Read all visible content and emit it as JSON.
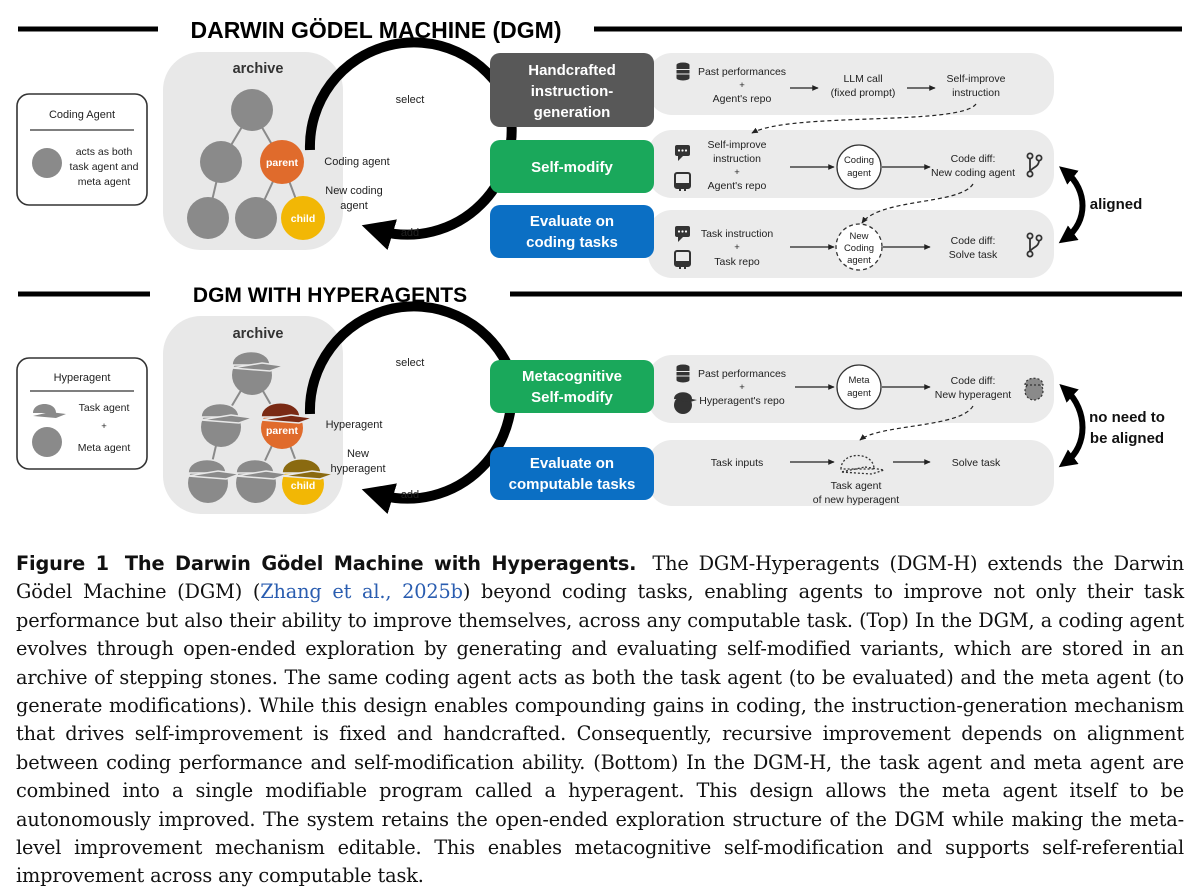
{
  "colors": {
    "dark_box": "#585858",
    "green_box": "#1aa85b",
    "blue_box": "#0b6fc4",
    "parent_orange": "#e06b2c",
    "child_yellow": "#f2b705",
    "node_gray": "#8a8a8a",
    "panel_gray": "#ebebeb",
    "link_blue": "#2a5db0"
  },
  "top": {
    "heading": "DARWIN GÖDEL MACHINE (DGM)",
    "archive_label": "archive",
    "parent_label": "parent",
    "child_label": "child",
    "loop_select": "select",
    "loop_add": "add",
    "parent_role": "Coding agent",
    "child_role_1": "New coding",
    "child_role_2": "agent",
    "legend_title": "Coding Agent",
    "legend_line_1": "acts as both",
    "legend_line_2": "task agent and",
    "legend_line_3": "meta agent",
    "box_instruction": [
      "Handcrafted",
      "instruction-",
      "generation"
    ],
    "box_selfmodify": [
      "Self-modify"
    ],
    "box_evaluate": [
      "Evaluate on",
      "coding tasks"
    ],
    "row1": {
      "input_1": "Past performances",
      "plus": "+",
      "input_2": "Agent's repo",
      "middle_1": "LLM call",
      "middle_2": "(fixed prompt)",
      "output_1": "Self-improve",
      "output_2": "instruction"
    },
    "row2": {
      "input_1": "Self-improve",
      "input_2": "instruction",
      "plus": "+",
      "input_3": "Agent's repo",
      "agent_1": "Coding",
      "agent_2": "agent",
      "output_1": "Code diff:",
      "output_2": "New coding agent"
    },
    "row3": {
      "input_1": "Task instruction",
      "plus": "+",
      "input_2": "Task repo",
      "agent_1": "New",
      "agent_2": "Coding",
      "agent_3": "agent",
      "output_1": "Code diff:",
      "output_2": "Solve task"
    },
    "side_note": "aligned"
  },
  "bottom": {
    "heading": "DGM WITH HYPERAGENTS",
    "archive_label": "archive",
    "parent_label": "parent",
    "child_label": "child",
    "loop_select": "select",
    "loop_add": "add",
    "parent_role": "Hyperagent",
    "child_role_1": "New",
    "child_role_2": "hyperagent",
    "legend_title": "Hyperagent",
    "legend_line_1": "Task agent",
    "legend_plus": "+",
    "legend_line_2": "Meta agent",
    "box_metacog": [
      "Metacognitive",
      "Self-modify"
    ],
    "box_evaluate": [
      "Evaluate on",
      "computable tasks"
    ],
    "row1": {
      "input_1": "Past performances",
      "plus": "+",
      "input_2": "Hyperagent's repo",
      "agent_1": "Meta",
      "agent_2": "agent",
      "output_1": "Code diff:",
      "output_2": "New hyperagent"
    },
    "row2": {
      "input_1": "Task inputs",
      "agent_1": "Task agent",
      "agent_2": "of new hyperagent",
      "output_1": "Solve task"
    },
    "side_note_1": "no need to",
    "side_note_2": "be aligned"
  },
  "caption": {
    "label": "Figure 1",
    "title": "The Darwin Gödel Machine with Hyperagents.",
    "text_1": " The DGM-Hyperagents (DGM-H) extends the Darwin Gödel Machine (DGM) (",
    "citation": "Zhang et al., 2025b",
    "text_2": ") beyond coding tasks, enabling agents to improve not only their task performance but also their ability to improve themselves, across any computable task. (Top) In the DGM, a coding agent evolves through open-ended exploration by generating and evaluating self-modified variants, which are stored in an archive of stepping stones. The same coding agent acts as both the task agent (to be evaluated) and the meta agent (to generate modifications). While this design enables compounding gains in coding, the instruction-generation mechanism that drives self-improvement is fixed and handcrafted. Consequently, recursive improvement depends on alignment between coding performance and self-modification ability. (Bottom) In the DGM-H, the task agent and meta agent are combined into a single modifiable program called a hyperagent. This design allows the meta agent itself to be autonomously improved. The system retains the open-ended exploration structure of the DGM while making the meta-level improvement mechanism editable. This enables metacognitive self-modification and supports self-referential improvement across any computable task."
  }
}
